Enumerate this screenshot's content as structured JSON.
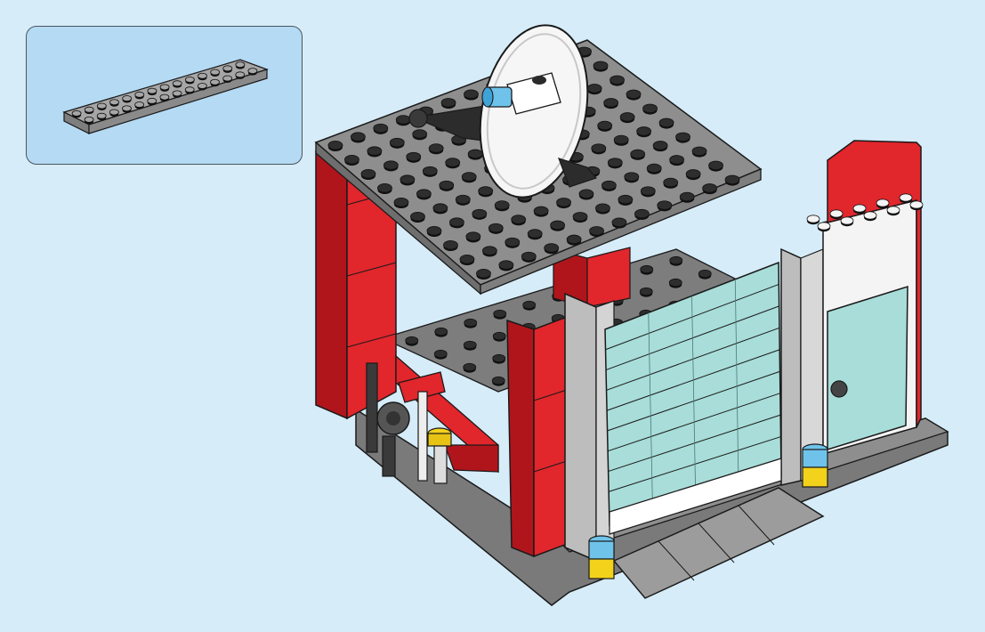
{
  "colors": {
    "background": "#d6ecf9",
    "callout_fill": "#b5daf3",
    "callout_border": "#4a5560",
    "brick_red": "#e1262c",
    "brick_red_dark": "#b0151c",
    "plate_gray": "#9a9a9a",
    "plate_gray_top": "#8e8e8e",
    "stud_dark": "#2e2e2e",
    "light_gray": "#c9c9c9",
    "glass": "#a8ddd9",
    "white": "#f4f4f4",
    "yellow": "#f2d21b",
    "trans_blue": "#6fc3ea",
    "outline": "#1a1a1a"
  },
  "callout": {
    "part": "plate-2x14-dark-gray",
    "quantity_shown": 1
  },
  "scene": {
    "subject": "fire-station-build-step",
    "elements": [
      "roof-plate",
      "satellite-dish",
      "red-pillar-left",
      "red-pillar-center",
      "garage-door",
      "side-door",
      "tool-rack",
      "fire-extinguisher",
      "yellow-light-left",
      "yellow-light-right",
      "ramp"
    ]
  }
}
